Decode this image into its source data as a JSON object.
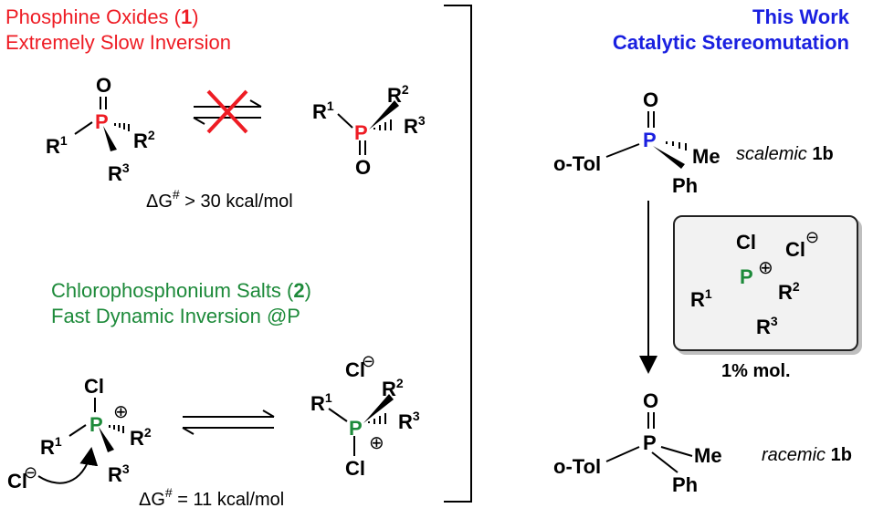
{
  "headings": {
    "phosphine_oxides": "Phosphine Oxides (",
    "phosphine_oxides_num": "1",
    "phosphine_oxides_close": ")",
    "slow_inversion": "Extremely Slow Inversion",
    "chlorophosphonium": "Chlorophosphonium Salts (",
    "chlorophosphonium_num": "2",
    "chlorophosphonium_close": ")",
    "fast_inversion": "Fast Dynamic Inversion @P",
    "this_work": "This Work",
    "catalytic": "Catalytic Stereomutation"
  },
  "labels": {
    "O": "O",
    "P": "P",
    "Cl": "Cl",
    "R": "R",
    "sup1": "1",
    "sup2": "2",
    "sup3": "3",
    "plus": "⊕",
    "minus": "⊖",
    "oTol": "o-Tol",
    "Me": "Me",
    "Ph": "Ph"
  },
  "energies": {
    "oxide_barrier": "ΔG# > 30 kcal/mol",
    "oxide_barrier_prefix": "ΔG",
    "oxide_barrier_hash": "#",
    "oxide_barrier_value": " > 30 kcal/mol",
    "salt_barrier_prefix": "ΔG",
    "salt_barrier_hash": "#",
    "salt_barrier_value": " = 11 kcal/mol"
  },
  "notes": {
    "scalemic": "scalemic",
    "racemic": "racemic",
    "compound": "1b",
    "catalyst_loading": "1% mol."
  },
  "colors": {
    "phosphine_red": "#ee1c24",
    "salt_green": "#1d8a3a",
    "work_blue": "#1a20e0",
    "cross_red": "#ee1c24"
  }
}
